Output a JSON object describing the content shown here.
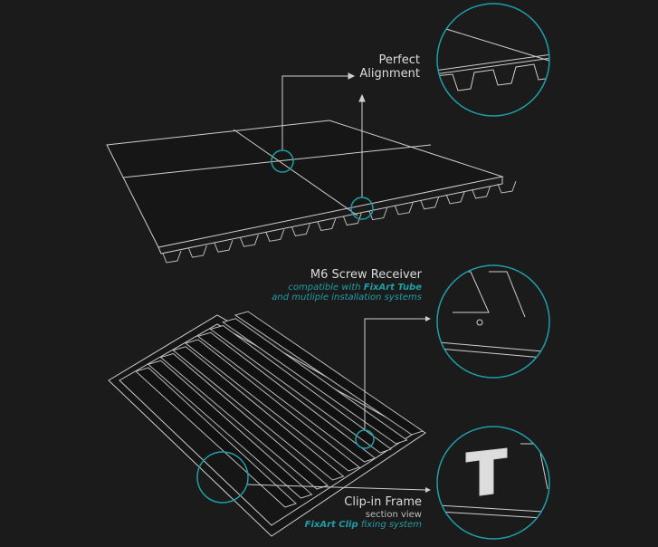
{
  "callouts": {
    "alignment": {
      "line1": "Perfect",
      "line2": "Alignment"
    },
    "screw": {
      "title": "M6 Screw Receiver",
      "compat_prefix": "compatible with ",
      "compat_brand": "FixArt Tube",
      "compat_line2": "and mutliple installation systems"
    },
    "clip": {
      "title": "Clip-in Frame",
      "sub": "section view",
      "brand": "FixArt Clip",
      "brand_suffix": " fixing system"
    }
  },
  "colors": {
    "background": "#1b1b1b",
    "line": "#d0d0d0",
    "accent": "#1e9ea6"
  }
}
